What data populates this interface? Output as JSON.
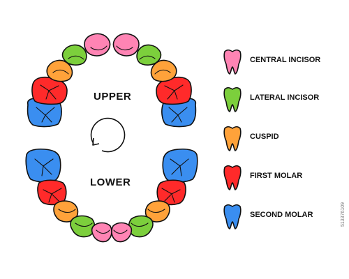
{
  "diagram": {
    "upper_label": "UPPER",
    "lower_label": "LOWER",
    "rotation_icon": "clockwise-rotation-arrow-icon",
    "legend": [
      {
        "label": "CENTRAL INCISOR",
        "color": "#ff84b4",
        "icon": "incisor-tooth-icon"
      },
      {
        "label": "LATERAL INCISOR",
        "color": "#7ccf3c",
        "icon": "incisor-tooth-icon"
      },
      {
        "label": "CUSPID",
        "color": "#ffa23a",
        "icon": "cuspid-tooth-icon"
      },
      {
        "label": "FIRST MOLAR",
        "color": "#ff2a2a",
        "icon": "molar-tooth-icon"
      },
      {
        "label": "SECOND MOLAR",
        "color": "#3a8ef0",
        "icon": "molar-tooth-icon"
      }
    ],
    "outline_color": "#111111"
  },
  "watermark": "513376109"
}
